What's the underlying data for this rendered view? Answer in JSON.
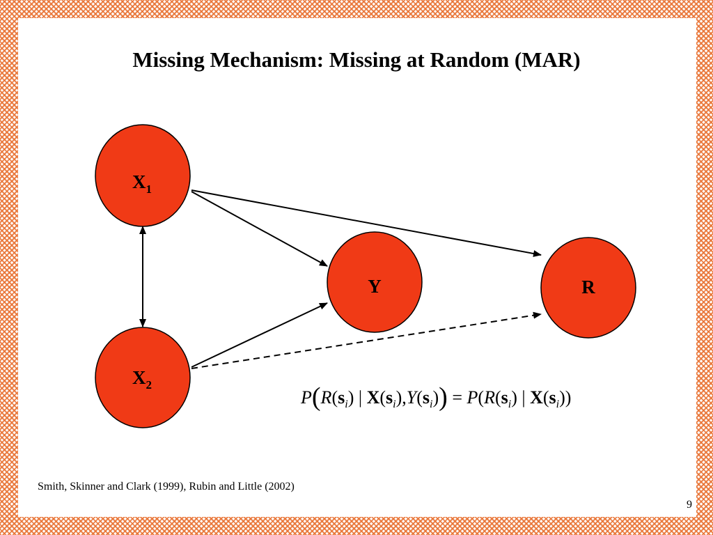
{
  "slide": {
    "title": "Missing Mechanism: Missing at Random (MAR)",
    "citation": "Smith, Skinner and Clark  (1999), Rubin and Little (2002)",
    "page_number": "9"
  },
  "diagram": {
    "node_fill": "#f03a16",
    "nodes": {
      "x1": {
        "base": "X",
        "sub": "1"
      },
      "x2": {
        "base": "X",
        "sub": "2"
      },
      "y": {
        "base": "Y"
      },
      "r": {
        "base": "R"
      }
    },
    "edges": [
      {
        "from": "x1",
        "to": "y",
        "style": "solid",
        "direction": "forward"
      },
      {
        "from": "x1",
        "to": "r",
        "style": "solid",
        "direction": "forward"
      },
      {
        "from": "x2",
        "to": "y",
        "style": "solid",
        "direction": "forward"
      },
      {
        "from": "x2",
        "to": "r",
        "style": "dashed",
        "direction": "forward"
      },
      {
        "from": "x1",
        "to": "x2",
        "style": "solid",
        "direction": "both"
      }
    ]
  },
  "formula": {
    "P": "P",
    "R": "R",
    "s": "s",
    "i": "i",
    "X": "X",
    "Y": "Y",
    "bar": "|",
    "comma": ",",
    "eq": "=",
    "lp": "(",
    "rp": ")"
  }
}
